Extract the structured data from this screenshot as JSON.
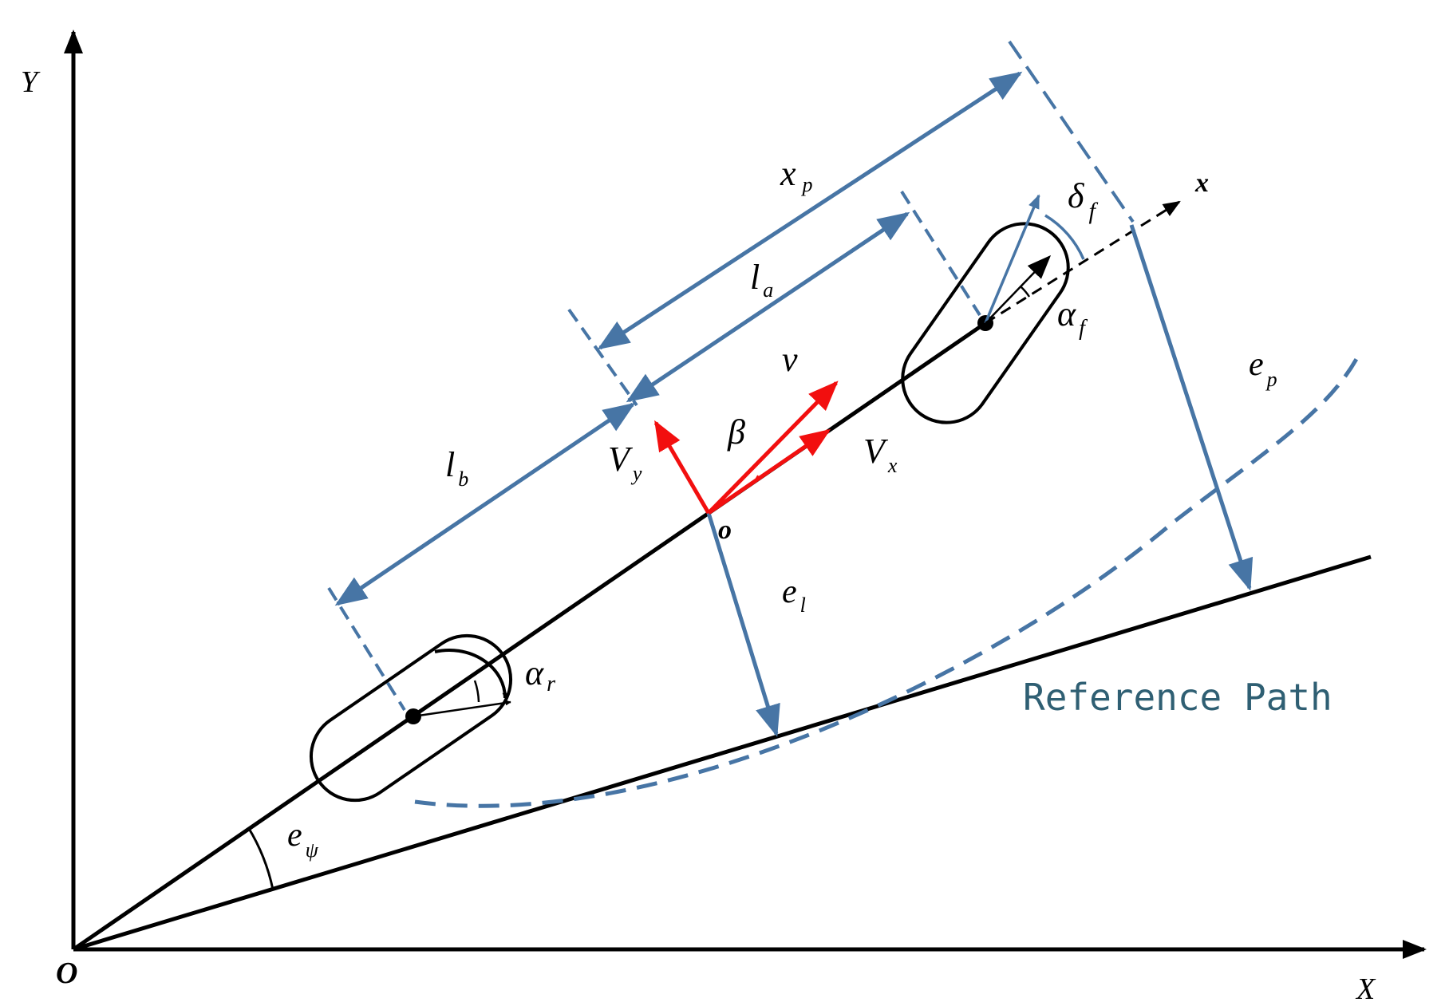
{
  "colors": {
    "blue": "#4775a5",
    "red": "#f20f0f",
    "black": "#000000",
    "path_text": "#2f5f73"
  },
  "labels": {
    "axis_Y": "Y",
    "axis_X": "X",
    "origin": "O",
    "body_x": "x",
    "point_o": "o",
    "xp_main": "x",
    "xp_sub": "p",
    "la_main": "l",
    "la_sub": "a",
    "lb_main": "l",
    "lb_sub": "b",
    "delta_main": "δ",
    "delta_sub": "f",
    "alphaf_main": "α",
    "alphaf_sub": "f",
    "alphar_main": "α",
    "alphar_sub": "r",
    "ep_main": "e",
    "ep_sub": "p",
    "el_main": "e",
    "el_sub": "l",
    "epsi_main": "e",
    "epsi_sub": "ψ",
    "v": "v",
    "beta": "β",
    "Vx_main": "V",
    "Vx_sub": "x",
    "Vy_main": "V",
    "Vy_sub": "y",
    "reference_path": "Reference Path"
  }
}
